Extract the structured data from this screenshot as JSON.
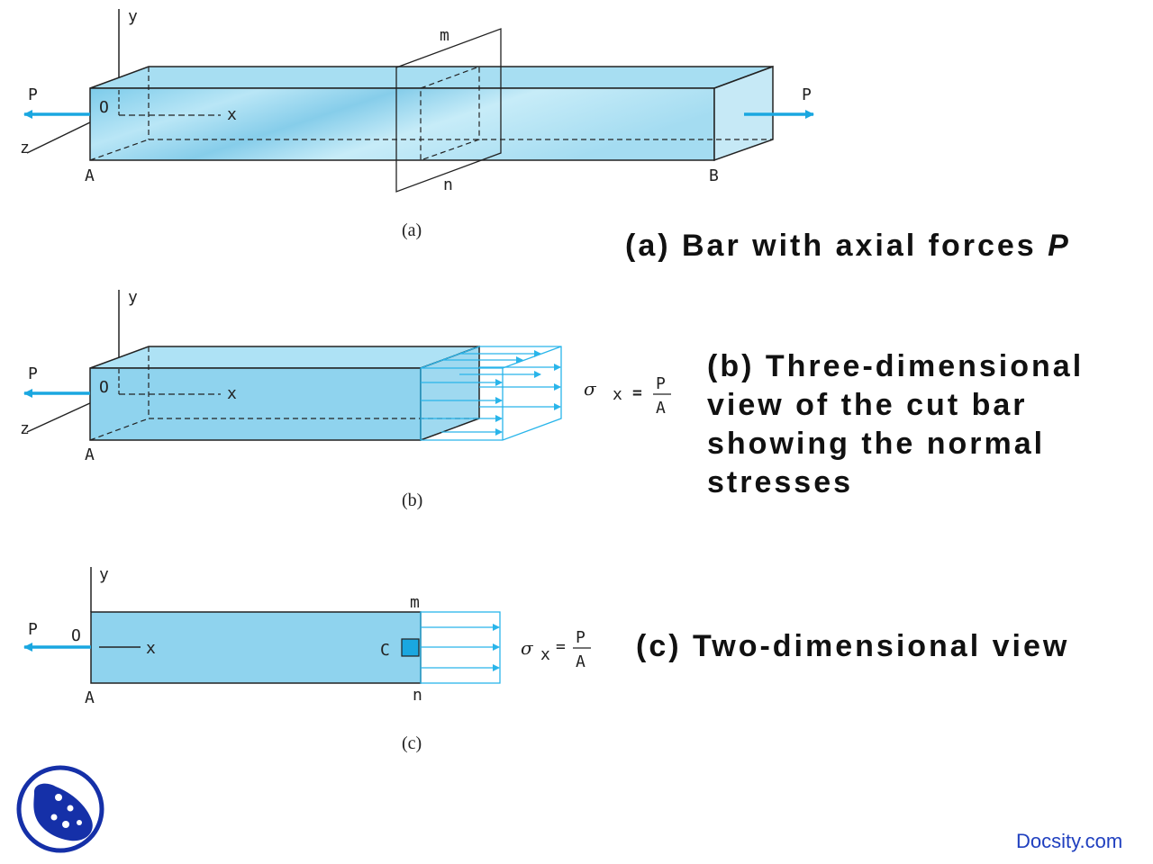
{
  "panel_a": {
    "caption": "(a)",
    "axis_y": "y",
    "axis_x": "x",
    "axis_z": "z",
    "origin": "O",
    "force_left": "P",
    "force_right": "P",
    "end_a": "A",
    "end_b": "B",
    "plane_top": "m",
    "plane_bottom": "n"
  },
  "panel_b": {
    "caption": "(b)",
    "axis_y": "y",
    "axis_x": "x",
    "axis_z": "z",
    "origin": "O",
    "force_left": "P",
    "end_a": "A",
    "stress_symbol": "σ",
    "stress_subscript": "x",
    "stress_equals": "=",
    "stress_numerator": "P",
    "stress_denominator": "A"
  },
  "panel_c": {
    "caption": "(c)",
    "axis_y": "y",
    "axis_x": "x",
    "origin": "O",
    "force_left": "P",
    "end_a": "A",
    "plane_top": "m",
    "plane_bottom": "n",
    "point": "C",
    "stress_symbol": "σ",
    "stress_subscript": "x",
    "stress_equals": "=",
    "stress_numerator": "P",
    "stress_denominator": "A"
  },
  "descriptions": {
    "a_text": "(a) Bar with axial forces ",
    "a_italic": "P",
    "b_line1": "(b) Three-dimensional",
    "b_line2": "view of the cut bar",
    "b_line3": "showing the normal",
    "b_line4": "stresses",
    "c_text": "(c) Two-dimensional view"
  },
  "watermark": "Docsity.com",
  "colors": {
    "bar_fill": "#8fd3ee",
    "arrow": "#1aa7e0",
    "stress_lines": "#29b5ea",
    "logo": "#1530a8"
  }
}
